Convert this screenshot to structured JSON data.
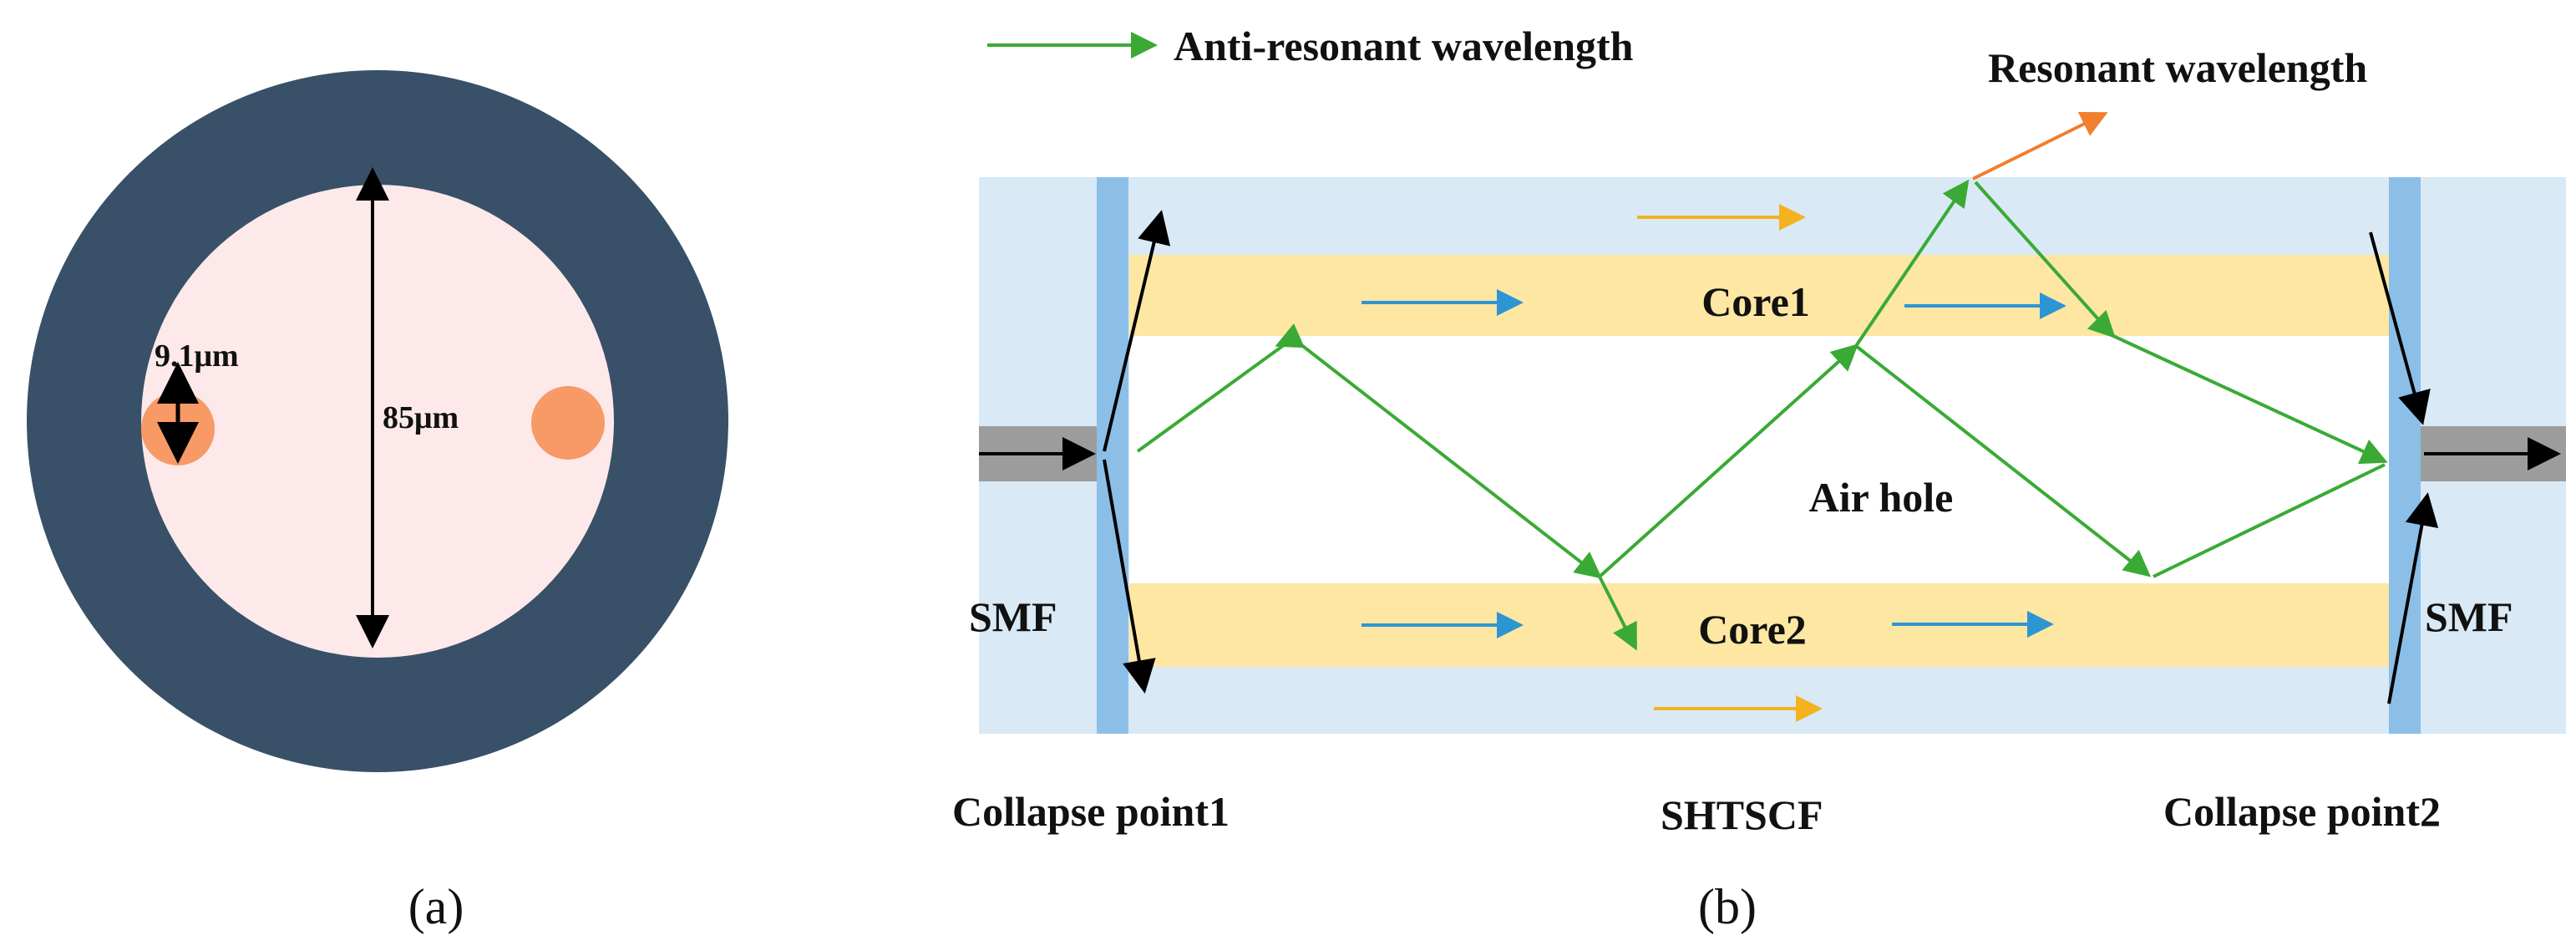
{
  "panel_a": {
    "caption": "(a)",
    "core_diameter_label": "9.1μm",
    "cladding_diameter_label": "85μm",
    "colors": {
      "coating": "#385068",
      "cladding": "#fde9ea",
      "core": "#f79a66",
      "arrow": "#000000"
    }
  },
  "panel_b": {
    "caption": "(b)",
    "legend_anti_resonant": "Anti-resonant wavelength",
    "legend_resonant": "Resonant wavelength",
    "core1_label": "Core1",
    "core2_label": "Core2",
    "air_hole_label": "Air hole",
    "smf_left_label": "SMF",
    "smf_right_label": "SMF",
    "collapse_point1_label": "Collapse point1",
    "fiber_label": "SHTSCF",
    "collapse_point2_label": "Collapse point2",
    "colors": {
      "fiber_body": "#d9e9f6",
      "core_band": "#fde7a2",
      "air_hole": "#ffffff",
      "collapse_point": "#8bbfe8",
      "smf": "#9c9c9c",
      "anti_resonant_ray": "#3aaa35",
      "resonant_ray": "#f07f2e",
      "core_flow": "#2e95d3",
      "cladding_flow": "#f3b21e",
      "black_ray": "#000000"
    }
  }
}
